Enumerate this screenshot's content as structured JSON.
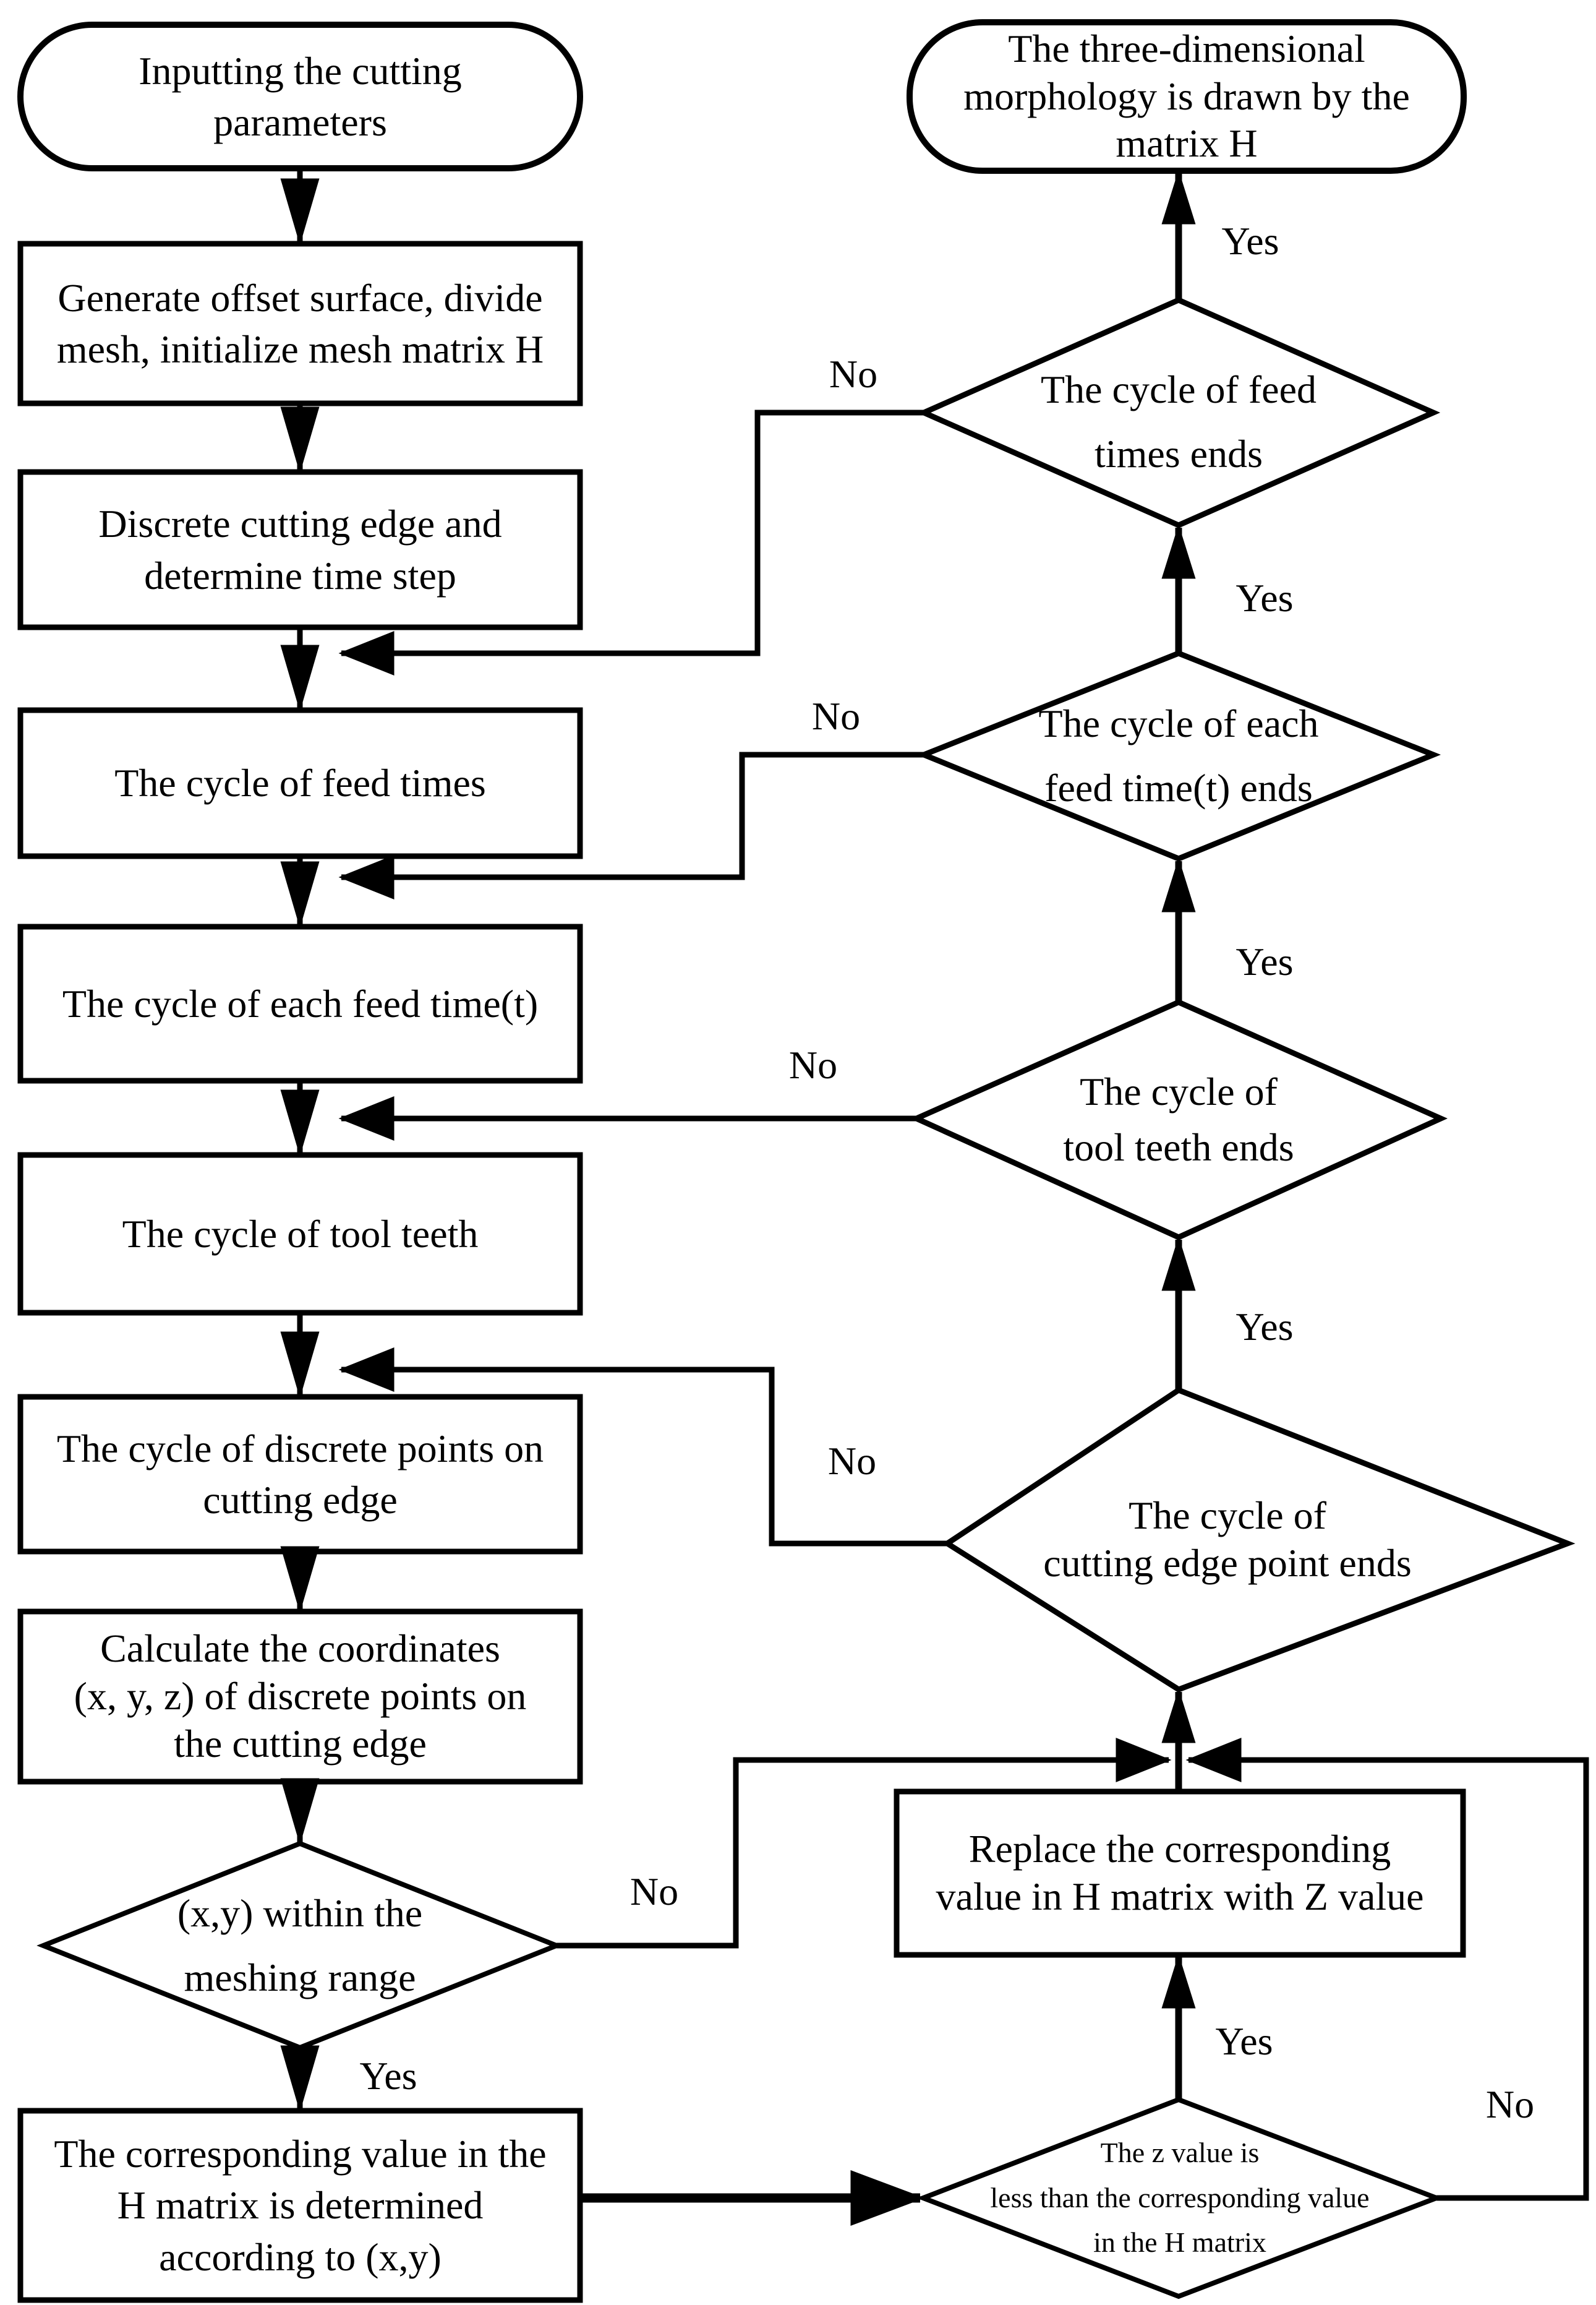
{
  "diagram": {
    "type": "flowchart",
    "title_visible": false,
    "line_color": "#000000",
    "background_color": "#ffffff"
  },
  "labels": {
    "yes": "Yes",
    "no": "No"
  },
  "nodes": {
    "start": {
      "shape": "terminator",
      "text": "Inputting the cutting\nparameters"
    },
    "generate_mesh": {
      "shape": "process",
      "text": "Generate offset surface, divide\nmesh, initialize mesh matrix H"
    },
    "discrete_edge": {
      "shape": "process",
      "text": "Discrete cutting edge and\ndetermine time step"
    },
    "feed_cycle": {
      "shape": "process",
      "text": "The cycle of feed times"
    },
    "each_feed_cycle": {
      "shape": "process",
      "text": "The cycle of each feed time(t)"
    },
    "tooth_cycle": {
      "shape": "process",
      "text": "The cycle of tool teeth"
    },
    "point_cycle": {
      "shape": "process",
      "text": "The cycle of discrete points on\ncutting edge"
    },
    "calc_coords": {
      "shape": "process",
      "text": "Calculate the coordinates\n(x, y, z) of  discrete points on\nthe cutting edge"
    },
    "in_range": {
      "shape": "decision",
      "text": "(x,y) within the\nmeshing range"
    },
    "determine_h": {
      "shape": "process",
      "text": "The corresponding value in the\nH matrix is determined\naccording to (x,y)"
    },
    "z_less": {
      "shape": "decision",
      "text": "The z value is\nless than the corresponding value\nin the H matrix"
    },
    "replace_h": {
      "shape": "process",
      "text": "Replace the corresponding\nvalue in H matrix with Z value"
    },
    "point_ends": {
      "shape": "decision",
      "text": "The cycle of\ncutting edge point ends"
    },
    "tooth_ends": {
      "shape": "decision",
      "text": "The cycle of\ntool teeth ends"
    },
    "each_feed_ends": {
      "shape": "decision",
      "text": "The cycle of each\nfeed time(t) ends"
    },
    "feed_ends": {
      "shape": "decision",
      "text": "The cycle of feed\ntimes ends"
    },
    "draw_morphology": {
      "shape": "terminator",
      "text": "The three-dimensional\nmorphology is drawn by the\nmatrix H"
    }
  },
  "edges": [
    {
      "from": "start",
      "to": "generate_mesh",
      "label": ""
    },
    {
      "from": "generate_mesh",
      "to": "discrete_edge",
      "label": ""
    },
    {
      "from": "discrete_edge",
      "to": "feed_cycle",
      "label": ""
    },
    {
      "from": "feed_cycle",
      "to": "each_feed_cycle",
      "label": ""
    },
    {
      "from": "each_feed_cycle",
      "to": "tooth_cycle",
      "label": ""
    },
    {
      "from": "tooth_cycle",
      "to": "point_cycle",
      "label": ""
    },
    {
      "from": "point_cycle",
      "to": "calc_coords",
      "label": ""
    },
    {
      "from": "calc_coords",
      "to": "in_range",
      "label": ""
    },
    {
      "from": "in_range",
      "to": "determine_h",
      "label": "Yes"
    },
    {
      "from": "in_range",
      "to": "point_ends",
      "label": "No"
    },
    {
      "from": "determine_h",
      "to": "z_less",
      "label": ""
    },
    {
      "from": "z_less",
      "to": "replace_h",
      "label": "Yes"
    },
    {
      "from": "z_less",
      "to": "point_ends",
      "label": "No"
    },
    {
      "from": "replace_h",
      "to": "point_ends",
      "label": ""
    },
    {
      "from": "point_ends",
      "to": "tooth_ends",
      "label": "Yes"
    },
    {
      "from": "point_ends",
      "to": "point_cycle",
      "label": "No"
    },
    {
      "from": "tooth_ends",
      "to": "each_feed_ends",
      "label": "Yes"
    },
    {
      "from": "tooth_ends",
      "to": "tooth_cycle",
      "label": "No"
    },
    {
      "from": "each_feed_ends",
      "to": "feed_ends",
      "label": "Yes"
    },
    {
      "from": "each_feed_ends",
      "to": "each_feed_cycle",
      "label": "No"
    },
    {
      "from": "feed_ends",
      "to": "draw_morphology",
      "label": "Yes"
    },
    {
      "from": "feed_ends",
      "to": "feed_cycle",
      "label": "No"
    }
  ]
}
